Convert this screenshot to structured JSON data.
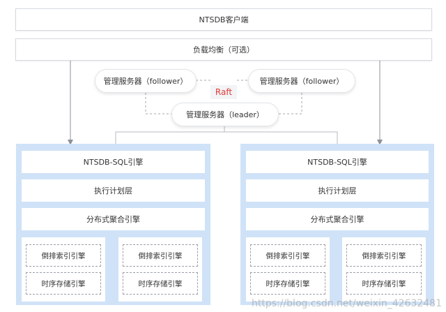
{
  "client": {
    "label": "NTSDB客户端"
  },
  "load_balancer": {
    "label": "负载均衡（可选）"
  },
  "management": {
    "follower_left": "管理服务器（follower）",
    "follower_right": "管理服务器（follower）",
    "leader": "管理服务器（leader）",
    "consensus": "Raft"
  },
  "nodes": [
    {
      "sql_engine": "NTSDB-SQL引擎",
      "execution_plan": "执行计划层",
      "aggregation_engine": "分布式聚合引擎",
      "shards": [
        {
          "index_engine": "倒排索引引擎",
          "storage_engine": "时序存储引擎"
        },
        {
          "index_engine": "倒排索引引擎",
          "storage_engine": "时序存储引擎"
        }
      ]
    },
    {
      "sql_engine": "NTSDB-SQL引擎",
      "execution_plan": "执行计划层",
      "aggregation_engine": "分布式聚合引擎",
      "shards": [
        {
          "index_engine": "倒排索引引擎",
          "storage_engine": "时序存储引擎"
        },
        {
          "index_engine": "倒排索引引擎",
          "storage_engine": "时序存储引擎"
        }
      ]
    }
  ],
  "watermark": "https://blog.csdn.net/weixin_42632481",
  "colors": {
    "node_fill": "#cfe2f7",
    "raft_text": "#e23b3b",
    "arrow": "#8c9199"
  }
}
